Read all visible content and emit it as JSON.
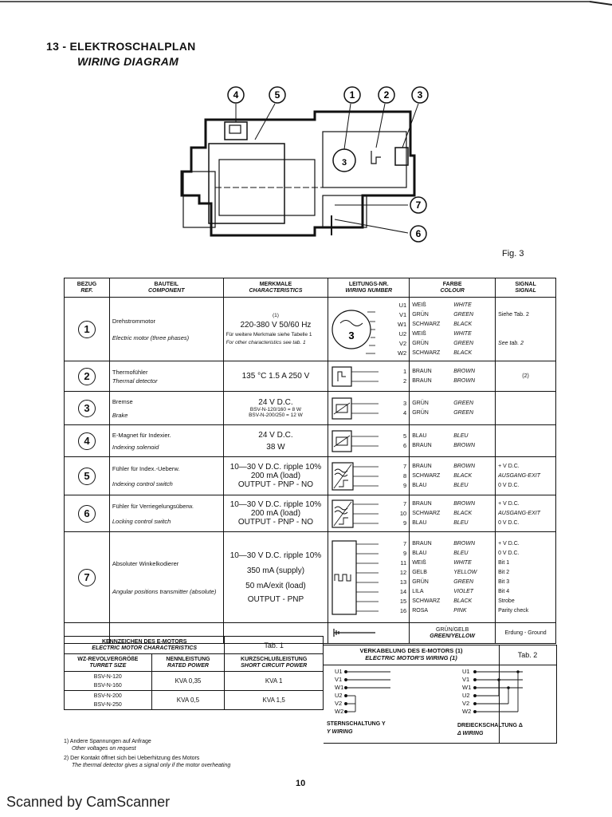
{
  "heading": {
    "number_de": "13 - ELEKTROSCHALPLAN",
    "en": "WIRING DIAGRAM"
  },
  "diagram": {
    "callouts": [
      "1",
      "2",
      "3",
      "4",
      "5",
      "6",
      "7"
    ],
    "motor_label": "3"
  },
  "fig_label": "Fig. 3",
  "table": {
    "headers": {
      "ref": [
        "BEZUG",
        "REF."
      ],
      "component": [
        "BAUTEIL",
        "COMPONENT"
      ],
      "characteristics": [
        "MERKMALE",
        "CHARACTERISTICS"
      ],
      "wiring": [
        "LEITUNGS-NR.",
        "WIRING NUMBER"
      ],
      "colour": [
        "FARBE",
        "COLOUR"
      ],
      "signal": [
        "SIGNAL",
        "SIGNAL"
      ]
    },
    "rows": [
      {
        "ref": "1",
        "component_de": "Drehstrommotor",
        "component_en": "Electric motor (three phases)",
        "char": [
          "(1)",
          "220-380 V   50/60 Hz",
          "Für weitere Merkmale siehe Tabelle 1",
          "For other characteristics see tab. 1"
        ],
        "wires": [
          "U1",
          "V1",
          "W1",
          "U2",
          "V2",
          "W2"
        ],
        "colours": [
          [
            "WEIß",
            "WHITE"
          ],
          [
            "GRÜN",
            "GREEN"
          ],
          [
            "SCHWARZ",
            "BLACK"
          ],
          [
            "WEIß",
            "WHITE"
          ],
          [
            "GRÜN",
            "GREEN"
          ],
          [
            "SCHWARZ",
            "BLACK"
          ]
        ],
        "signal": [
          "Siehe Tab. 2",
          "See tab. 2"
        ]
      },
      {
        "ref": "2",
        "component_de": "Thermofühler",
        "component_en": "Thermal detector",
        "char": [
          "135 °C   1.5 A   250 V"
        ],
        "wires": [
          "1",
          "2"
        ],
        "colours": [
          [
            "BRAUN",
            "BROWN"
          ],
          [
            "BRAUN",
            "BROWN"
          ]
        ],
        "signal": [
          "(2)"
        ]
      },
      {
        "ref": "3",
        "component_de": "Bremse",
        "component_en": "Brake",
        "char": [
          "24 V D.C.",
          "BSV-N-120/160 = 8 W",
          "BSV-N-200/250 = 12 W"
        ],
        "wires": [
          "3",
          "4"
        ],
        "colours": [
          [
            "GRÜN",
            "GREEN"
          ],
          [
            "GRÜN",
            "GREEN"
          ]
        ],
        "signal": []
      },
      {
        "ref": "4",
        "component_de": "E-Magnet für Indexier.",
        "component_en": "Indexing solenoid",
        "char": [
          "24 V D.C.",
          "38 W"
        ],
        "wires": [
          "5",
          "6"
        ],
        "colours": [
          [
            "BLAU",
            "BLEU"
          ],
          [
            "BRAUN",
            "BROWN"
          ]
        ],
        "signal": []
      },
      {
        "ref": "5",
        "component_de": "Fühler für Index.-Ueberw.",
        "component_en": "Indexing control switch",
        "char": [
          "10—30 V D.C. ripple 10%",
          "200 mA (load)",
          "OUTPUT - PNP - NO"
        ],
        "wires": [
          "7",
          "8",
          "9"
        ],
        "colours": [
          [
            "BRAUN",
            "BROWN"
          ],
          [
            "SCHWARZ",
            "BLACK"
          ],
          [
            "BLAU",
            "BLEU"
          ]
        ],
        "signal": [
          "+ V  D.C.",
          "AUSGANG-EXIT",
          "0 V  D.C."
        ]
      },
      {
        "ref": "6",
        "component_de": "Fühler für Verriegelungsüberw.",
        "component_en": "Locking control switch",
        "char": [
          "10—30 V D.C. ripple 10%",
          "200 mA (load)",
          "OUTPUT - PNP - NO"
        ],
        "wires": [
          "7",
          "10",
          "9"
        ],
        "colours": [
          [
            "BRAUN",
            "BROWN"
          ],
          [
            "SCHWARZ",
            "BLACK"
          ],
          [
            "BLAU",
            "BLEU"
          ]
        ],
        "signal": [
          "+ V  D.C.",
          "AUSGANG-EXIT",
          "0 V  D.C."
        ]
      },
      {
        "ref": "7",
        "component_de": "Absoluter Winkelkodierer",
        "component_en": "Angular positions transmitter (absolute)",
        "char": [
          "10—30 V D.C. ripple 10%",
          "350 mA (supply)",
          "50 mA/exit (load)",
          "OUTPUT - PNP"
        ],
        "wires": [
          "7",
          "9",
          "11",
          "12",
          "13",
          "14",
          "15",
          "16"
        ],
        "colours": [
          [
            "BRAUN",
            "BROWN"
          ],
          [
            "BLAU",
            "BLEU"
          ],
          [
            "WEIß",
            "WHITE"
          ],
          [
            "GELB",
            "YELLOW"
          ],
          [
            "GRÜN",
            "GREEN"
          ],
          [
            "LILA",
            "VIOLET"
          ],
          [
            "SCHWARZ",
            "BLACK"
          ],
          [
            "ROSA",
            "PINK"
          ]
        ],
        "signal": [
          "+ V  D.C.",
          "0 V  D.C.",
          "Bit 1",
          "Bit 2",
          "Bit 3",
          "Bit 4",
          "Strobe",
          "Parity check"
        ]
      }
    ],
    "ground": {
      "colour_de": "GRÜN/GELB",
      "colour_en": "GREEN/YELLOW",
      "signal": "Erdung - Ground"
    }
  },
  "motor_table": {
    "title_de": "KENNZEICHEN DES E-MOTORS",
    "title_en": "ELECTRIC MOTOR CHARACTERISTICS",
    "tab": "Tab. 1",
    "headers": [
      [
        "WZ-REVOLVERGRÖßE",
        "TURRET SIZE"
      ],
      [
        "NENNLEISTUNG",
        "RATED POWER"
      ],
      [
        "KURZSCHLUßLEISTUNG",
        "SHORT CIRCUIT POWER"
      ]
    ],
    "sizes": [
      "BSV-N-120",
      "BSV-N-160",
      "BSV-N-200",
      "BSV-N-250"
    ],
    "rated": [
      "KVA  0,35",
      "KVA  0,5"
    ],
    "short": [
      "KVA  1",
      "KVA  1,5"
    ]
  },
  "wiring_table": {
    "title_de": "VERKABELUNG DES E-MOTORS (1)",
    "title_en": "ELECTRIC MOTOR'S WIRING (1)",
    "tab": "Tab. 2",
    "terminals": [
      "U1",
      "V1",
      "W1",
      "U2",
      "V2",
      "W2"
    ],
    "star_de": "STERNSCHALTUNG Y",
    "star_en": "Y WIRING",
    "delta_de": "DREIECKSCHALTUNG Δ",
    "delta_en": "Δ WIRING"
  },
  "footnotes": [
    "1) Andere Spannungen auf Anfrage",
    "Other voltages on request",
    "2) Der Kontakt öffnet sich bei Ueberhitzung des Motors",
    "The thermal detector gives a signal only if the motor overheating"
  ],
  "page_number": "10",
  "watermark": "Scanned by CamScanner"
}
